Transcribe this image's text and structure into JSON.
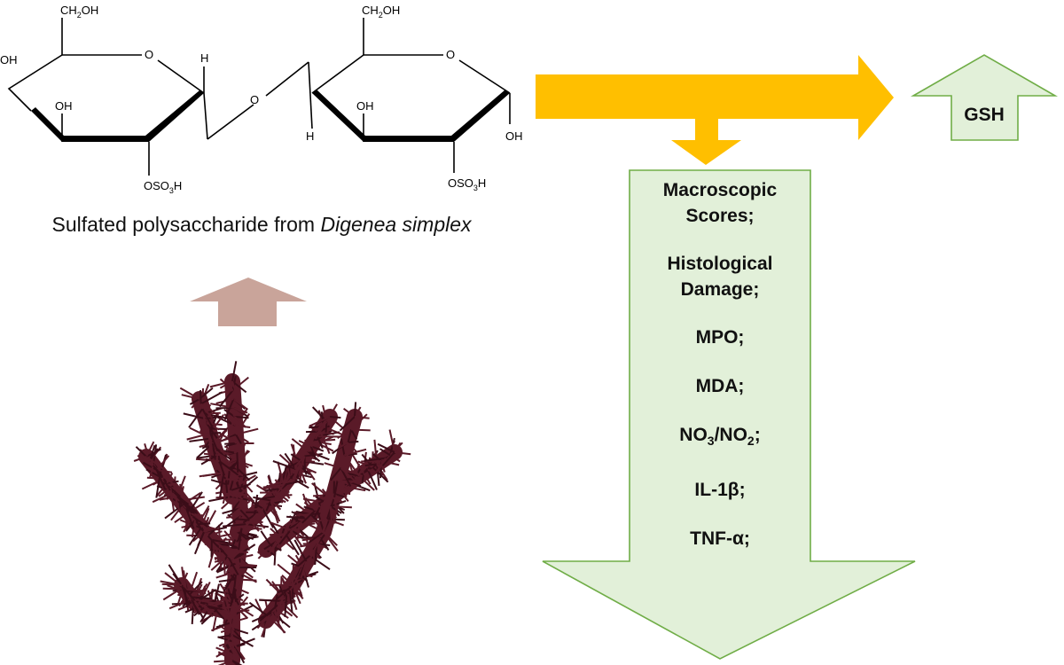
{
  "caption": {
    "prefix": "Sulfated polysaccharide from ",
    "species": "Digenea simplex"
  },
  "molecule": {
    "labels": {
      "ch2oh": "CH",
      "ch2oh_sub": "2",
      "ch2oh_tail": "OH",
      "oh": "OH",
      "o": "O",
      "h": "H",
      "oso3h_a": "OSO",
      "oso3h_sub": "3",
      "oso3h_b": "H"
    }
  },
  "effects": {
    "increased": "GSH",
    "decreased": [
      {
        "lines": [
          "Macroscopic",
          "Scores;"
        ]
      },
      {
        "lines": [
          "Histological",
          "Damage;"
        ]
      },
      {
        "lines": [
          "MPO;"
        ]
      },
      {
        "lines": [
          "MDA;"
        ]
      },
      {
        "lines": [
          "NO3/NO2;"
        ]
      },
      {
        "lines": [
          "IL-1β;"
        ]
      },
      {
        "lines": [
          "TNF-α;"
        ]
      }
    ]
  },
  "colors": {
    "main_arrow": "#FFBF00",
    "effect_fill": "#E2F0D9",
    "effect_stroke": "#70AD47",
    "source_arrow": "#C9A49A",
    "seaweed": "#5A1A28",
    "seaweed_dark": "#3B0D18"
  }
}
